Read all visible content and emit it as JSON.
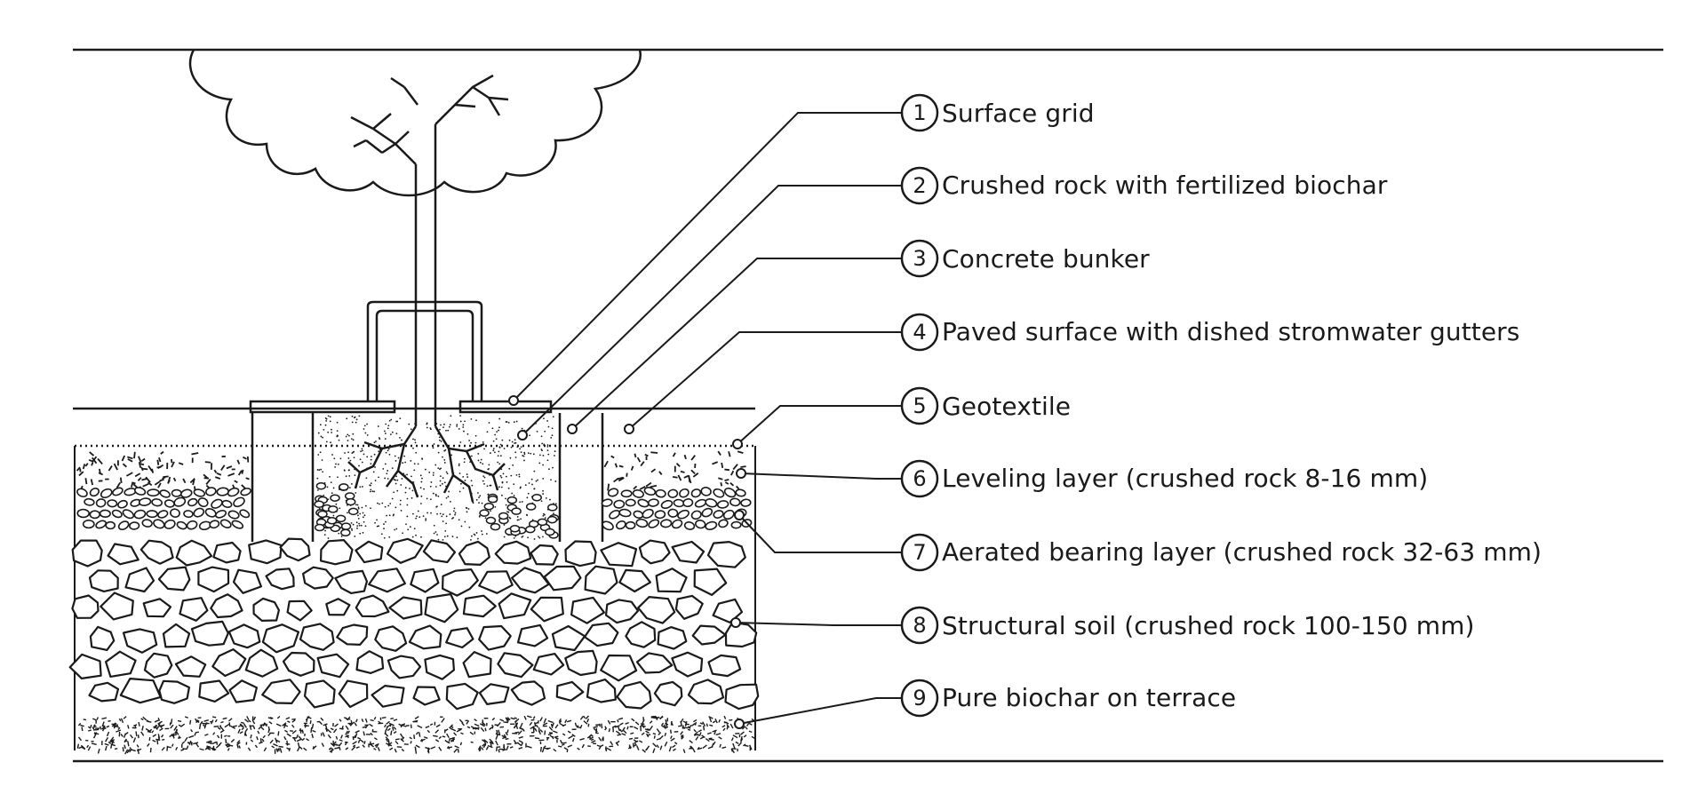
{
  "diagram": {
    "items": [
      {
        "number": "1",
        "label": "Surface grid"
      },
      {
        "number": "2",
        "label": "Crushed rock with fertilized biochar"
      },
      {
        "number": "3",
        "label": "Concrete bunker"
      },
      {
        "number": "4",
        "label": "Paved surface with dished stromwater gutters"
      },
      {
        "number": "5",
        "label": "Geotextile"
      },
      {
        "number": "6",
        "label": "Leveling layer (crushed rock 8-16 mm)"
      },
      {
        "number": "7",
        "label": "Aerated bearing layer (crushed rock 32-63 mm)"
      },
      {
        "number": "8",
        "label": "Structural soil (crushed rock 100-150 mm)"
      },
      {
        "number": "9",
        "label": "Pure biochar on terrace"
      }
    ]
  }
}
